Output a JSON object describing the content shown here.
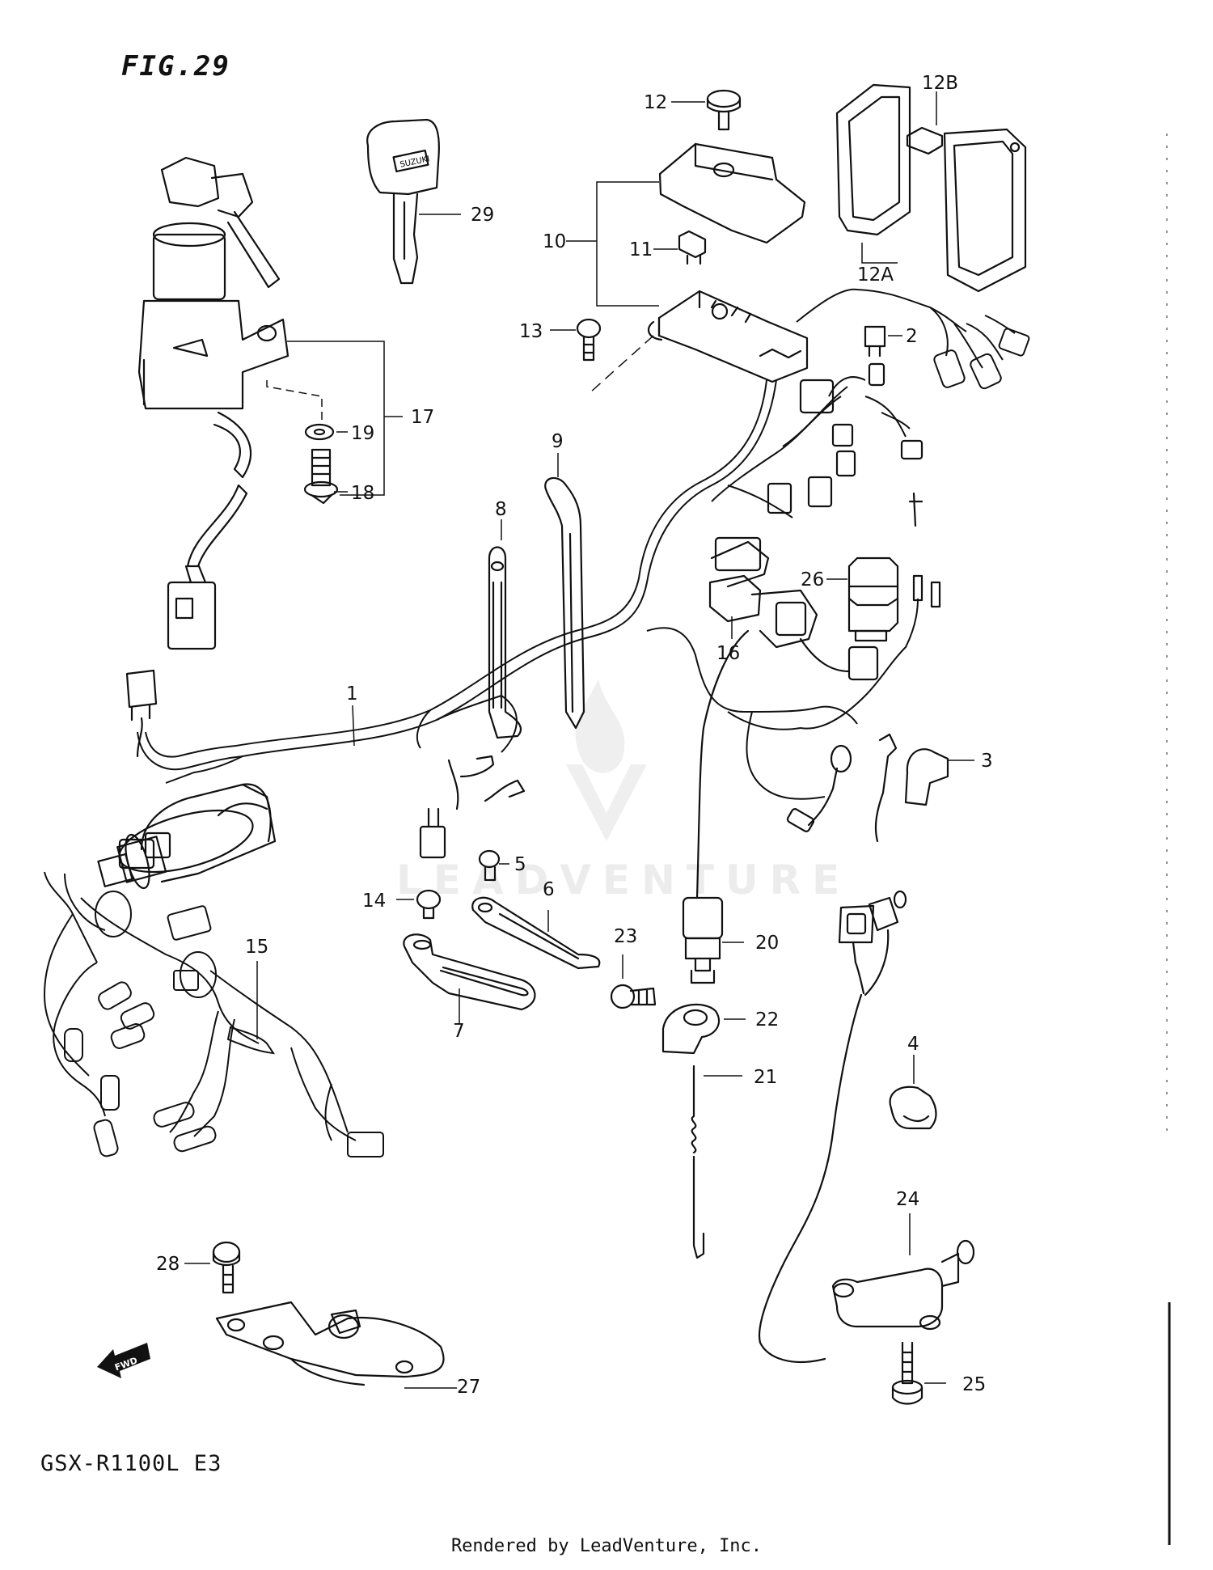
{
  "figure": {
    "title": "FIG.29",
    "model": "GSX-R1100L E3",
    "footer": "Rendered by LeadVenture, Inc.",
    "watermark": "LEADVENTURE"
  },
  "callouts": {
    "c1": "1",
    "c2": "2",
    "c3": "3",
    "c4": "4",
    "c5": "5",
    "c6": "6",
    "c7": "7",
    "c8": "8",
    "c9": "9",
    "c10": "10",
    "c11": "11",
    "c12": "12",
    "c12a": "12A",
    "c12b": "12B",
    "c13": "13",
    "c14": "14",
    "c15": "15",
    "c16": "16",
    "c17": "17",
    "c18": "18",
    "c19": "19",
    "c20": "20",
    "c21": "21",
    "c22": "22",
    "c23": "23",
    "c24": "24",
    "c25": "25",
    "c26": "26",
    "c27": "27",
    "c28": "28",
    "c29": "29"
  },
  "fwd_label": "FWD",
  "key_brand": "SUZUKI"
}
